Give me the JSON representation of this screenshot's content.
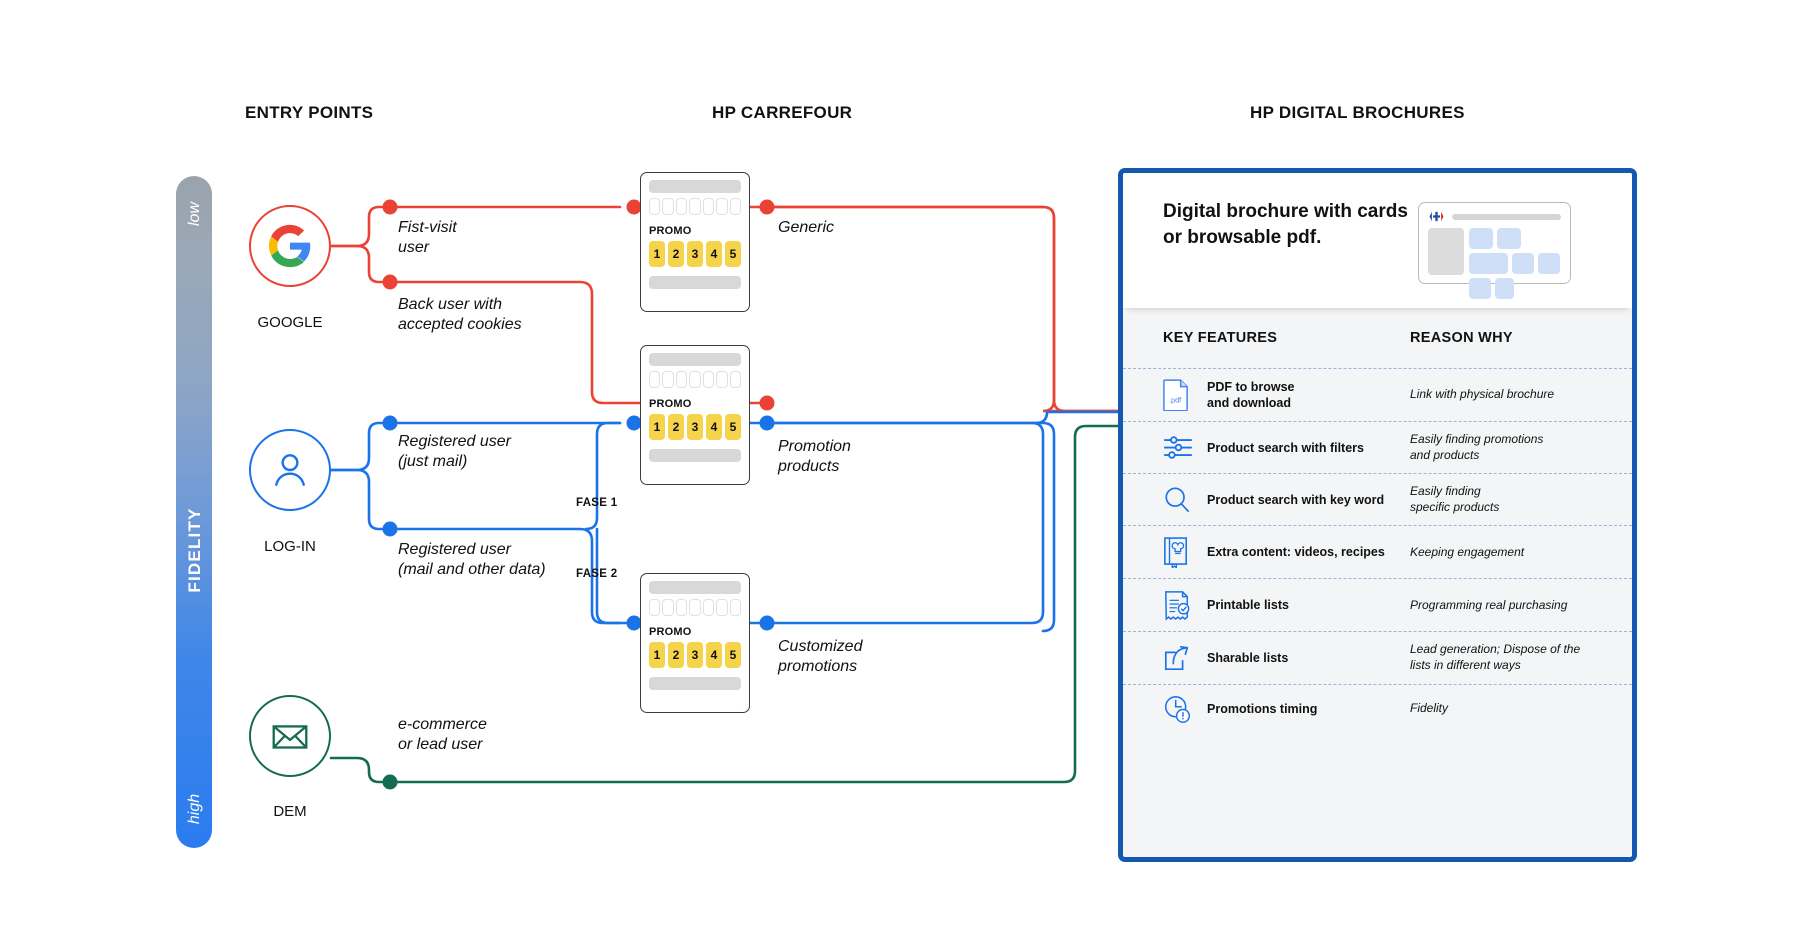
{
  "headers": {
    "entry_points": "ENTRY POINTS",
    "carrefour": "HP CARREFOUR",
    "brochures": "HP DIGITAL BROCHURES"
  },
  "fidelity_axis": {
    "title": "FIDELITY",
    "low": "low",
    "high": "high"
  },
  "entry_nodes": [
    {
      "id": "google",
      "label": "GOOGLE",
      "icon": "google-logo-icon",
      "color": "#ea4335"
    },
    {
      "id": "login",
      "label": "LOG-IN",
      "icon": "user-account-icon",
      "color": "#1a73e8"
    },
    {
      "id": "dem",
      "label": "DEM",
      "icon": "envelope-icon",
      "color": "#146b52"
    }
  ],
  "connectors": [
    {
      "id": "first-visit",
      "label": "Fist-visit\nuser",
      "color": "#ea4335"
    },
    {
      "id": "back-user",
      "label": "Back user with\naccepted cookies",
      "color": "#ea4335"
    },
    {
      "id": "registered-mail",
      "label": "Registered user\n(just mail)",
      "color": "#1a73e8"
    },
    {
      "id": "registered-data",
      "label": "Registered user\n(mail and other data)",
      "color": "#1a73e8"
    },
    {
      "id": "ecommerce",
      "label": "e-commerce\nor lead user",
      "color": "#146b52"
    },
    {
      "id": "generic",
      "label": "Generic",
      "color": "#ea4335"
    },
    {
      "id": "promotion-products",
      "label": "Promotion\nproducts",
      "color": "#1a73e8"
    },
    {
      "id": "customized-promotions",
      "label": "Customized\npromotions",
      "color": "#1a73e8"
    }
  ],
  "phases": [
    {
      "id": "fase1",
      "label": "FASE 1"
    },
    {
      "id": "fase2",
      "label": "FASE 2"
    }
  ],
  "promo_cards": [
    {
      "id": "promo-generic",
      "title": "PROMO",
      "numbers": [
        "1",
        "2",
        "3",
        "4",
        "5"
      ]
    },
    {
      "id": "promo-products",
      "title": "PROMO",
      "numbers": [
        "1",
        "2",
        "3",
        "4",
        "5"
      ]
    },
    {
      "id": "promo-customized",
      "title": "PROMO",
      "numbers": [
        "1",
        "2",
        "3",
        "4",
        "5"
      ]
    }
  ],
  "panel": {
    "title": "Digital brochure with cards\nor browsable pdf.",
    "thumbnail_logo": "carrefour-logo-icon",
    "col_key_features": "KEY FEATURES",
    "col_reason_why": "REASON WHY",
    "features": [
      {
        "icon": "pdf-file-icon",
        "name": "PDF  to browse\nand download",
        "reason": "Link with physical brochure"
      },
      {
        "icon": "filters-sliders-icon",
        "name": "Product search with filters",
        "reason": "Easily finding promotions\nand products"
      },
      {
        "icon": "magnifier-icon",
        "name": "Product search with key word",
        "reason": "Easily finding\nspecific products"
      },
      {
        "icon": "recipe-book-icon",
        "name": "Extra content: videos, recipes",
        "reason": "Keeping engagement"
      },
      {
        "icon": "printable-list-icon",
        "name": "Printable lists",
        "reason": "Programming real purchasing"
      },
      {
        "icon": "share-arrow-icon",
        "name": "Sharable lists",
        "reason": "Lead generation; Dispose of the\nlists in different ways"
      },
      {
        "icon": "clock-alert-icon",
        "name": "Promotions timing",
        "reason": "Fidelity"
      }
    ]
  },
  "colors": {
    "red": "#ea4335",
    "blue": "#1a73e8",
    "green": "#146b52",
    "panel_border": "#1558b0",
    "promo_yellow": "#f5d34b"
  }
}
